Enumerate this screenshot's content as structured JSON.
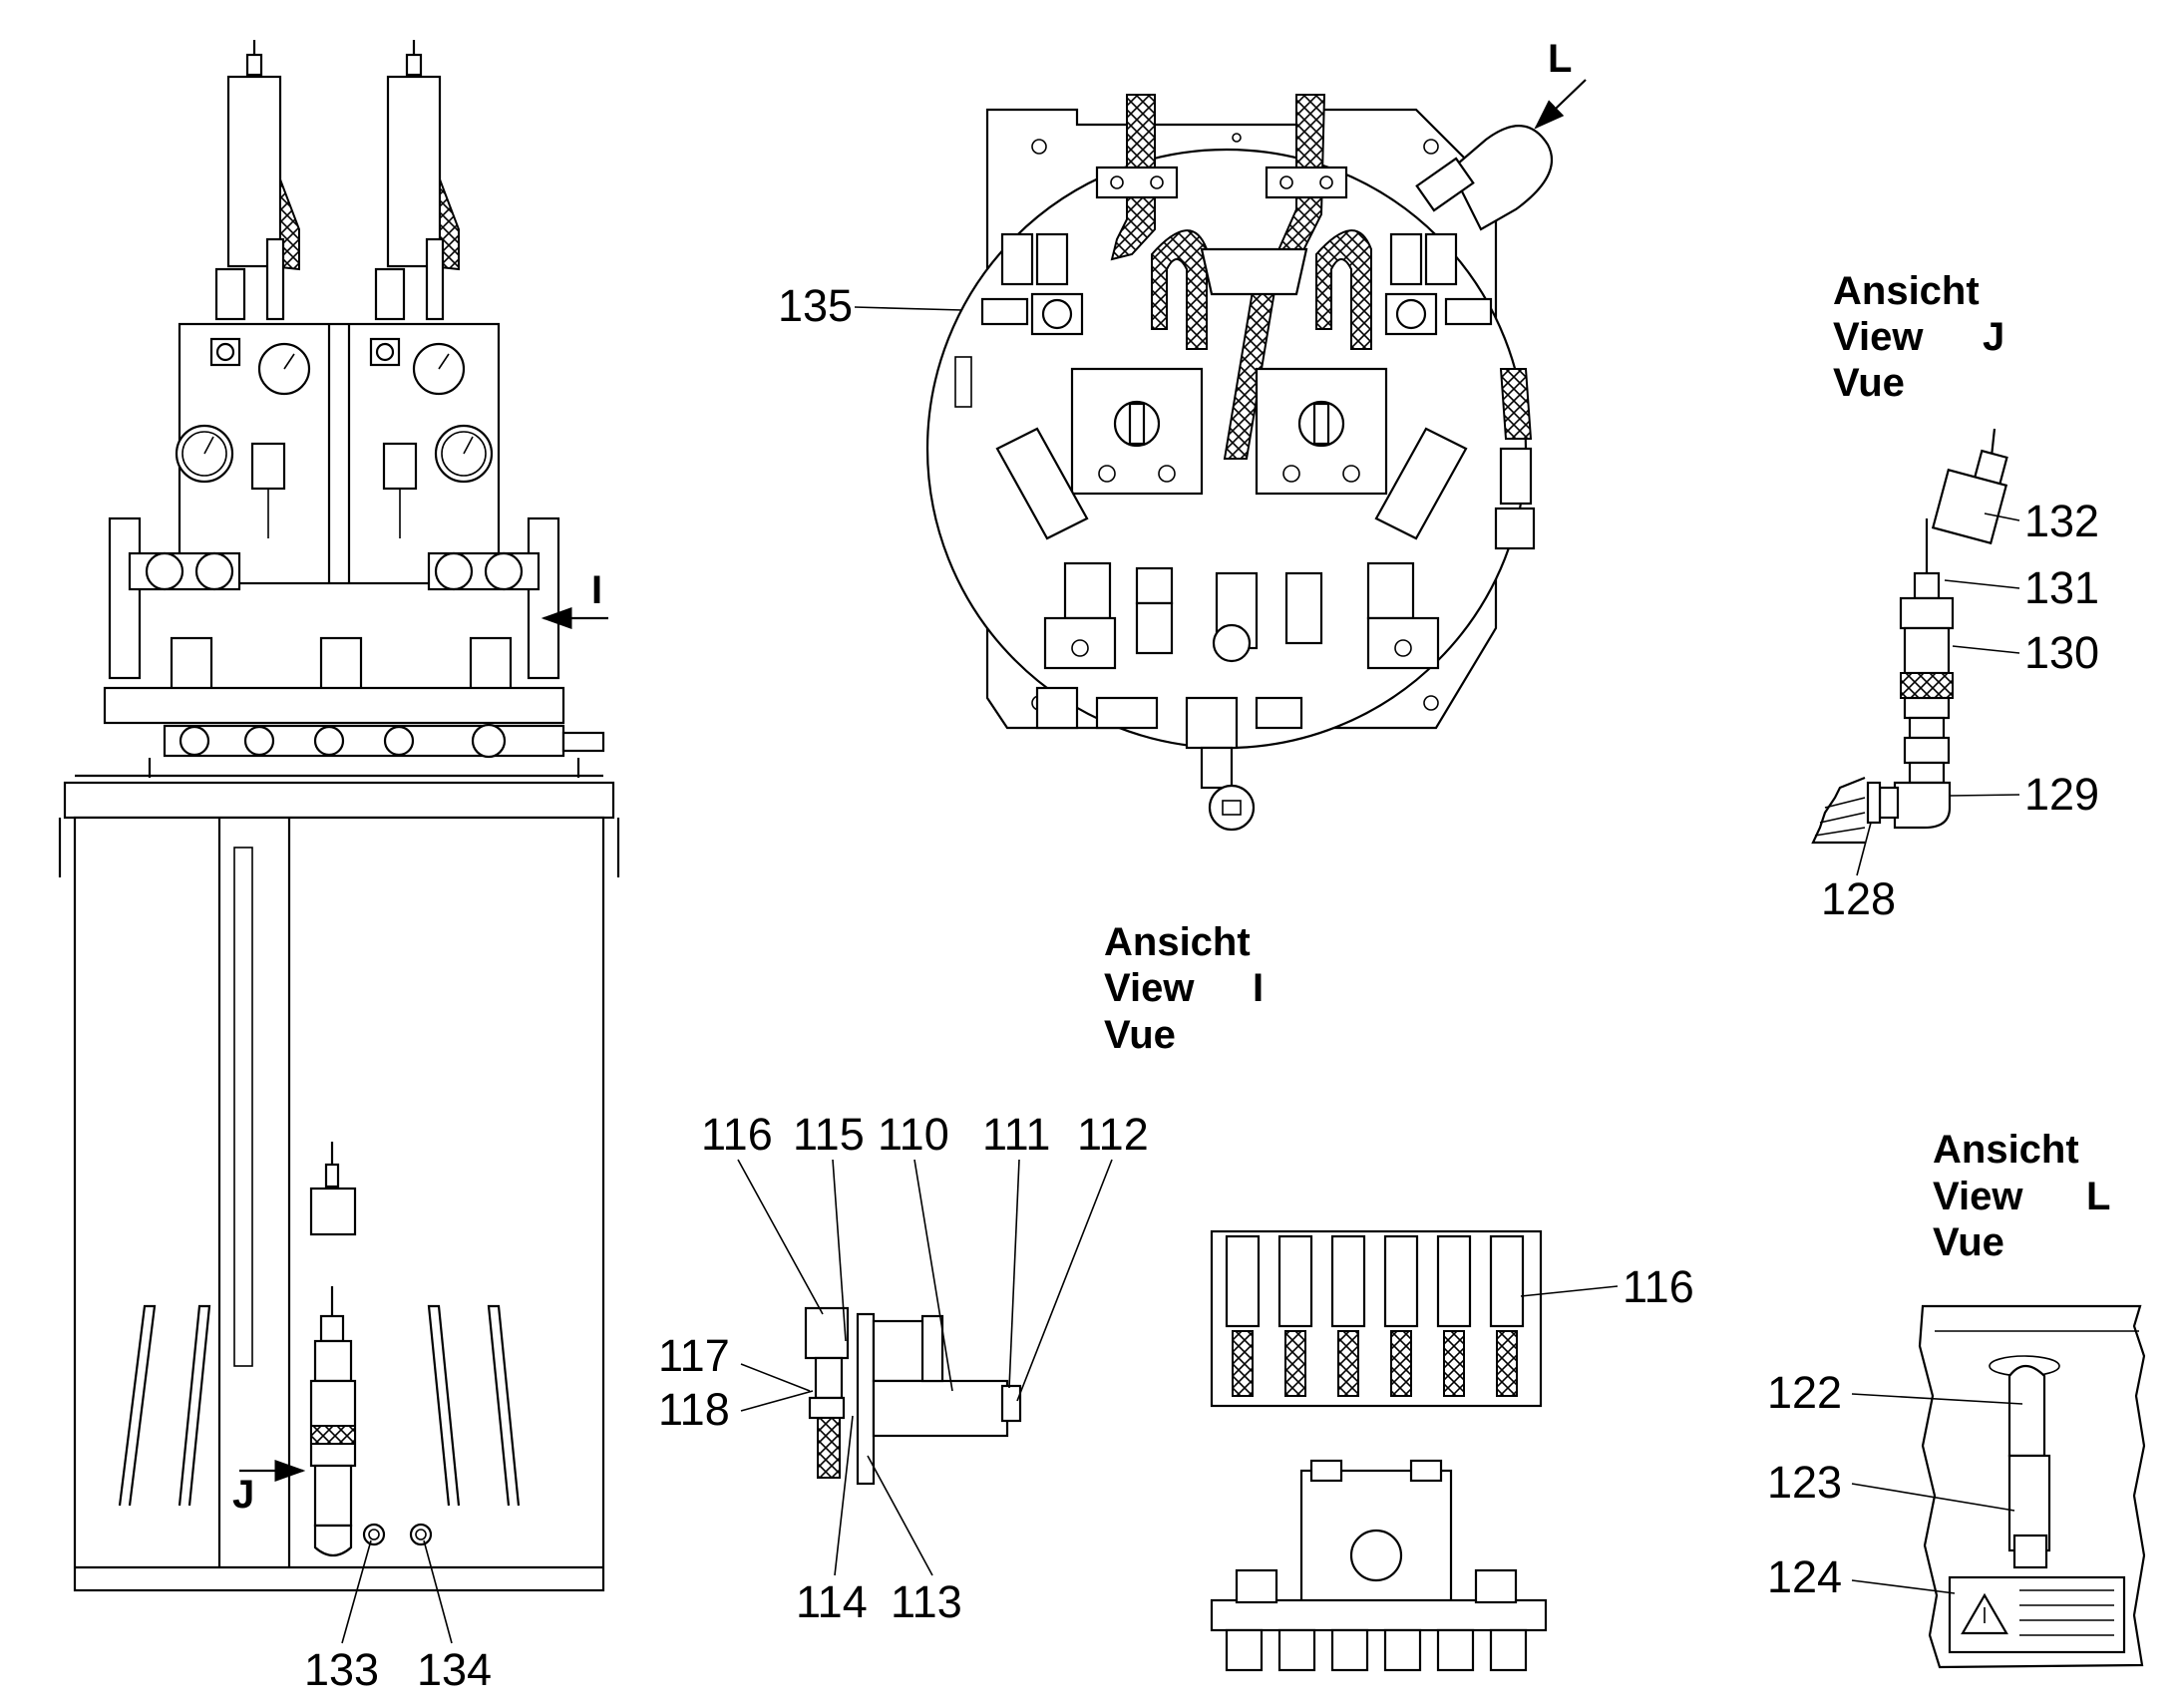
{
  "views": {
    "view_i": {
      "line1": "Ansicht",
      "line2": "View",
      "letter": "I",
      "line3": "Vue"
    },
    "view_j": {
      "line1": "Ansicht",
      "line2": "View",
      "letter": "J",
      "line3": "Vue"
    },
    "view_l": {
      "line1": "Ansicht",
      "line2": "View",
      "letter": "L",
      "line3": "Vue"
    }
  },
  "arrows": {
    "i": "I",
    "j": "J",
    "l": "L"
  },
  "callouts": {
    "c110": "110",
    "c111": "111",
    "c112": "112",
    "c113": "113",
    "c114": "114",
    "c115": "115",
    "c116a": "116",
    "c116b": "116",
    "c117": "117",
    "c118": "118",
    "c122": "122",
    "c123": "123",
    "c124": "124",
    "c128": "128",
    "c129": "129",
    "c130": "130",
    "c131": "131",
    "c132": "132",
    "c133": "133",
    "c134": "134",
    "c135": "135"
  }
}
